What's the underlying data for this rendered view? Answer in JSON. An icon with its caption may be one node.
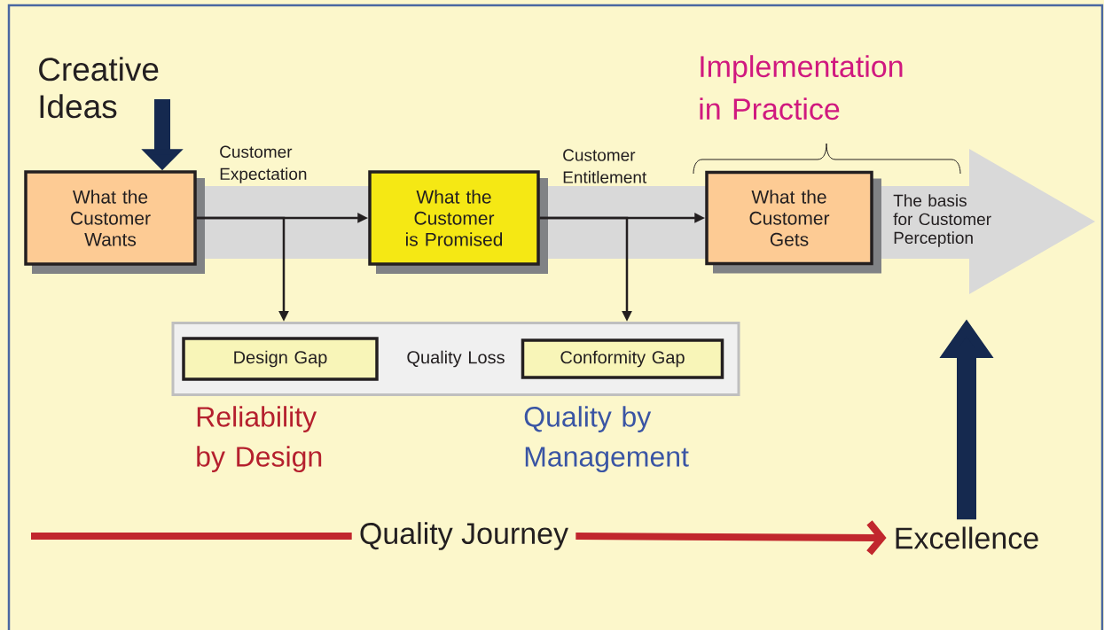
{
  "diagram": {
    "nodes": [
      {
        "text": [
          "Creative Ideas"
        ]
      },
      {
        "text": [
          "What the Customer Wants"
        ]
      },
      {
        "text": [
          "What the Customer is Promised"
        ]
      },
      {
        "text": [
          "What the Customer Gets"
        ]
      },
      {
        "text": [
          "The basis for Customer Perception"
        ]
      },
      {
        "text": [
          "Quality Loss"
        ]
      },
      {
        "text": [
          "Design Gap"
        ],
        "in": 5
      },
      {
        "text": [
          "Conformity Gap"
        ],
        "in": 5
      },
      {
        "text": [
          "Quality Journey"
        ]
      },
      {
        "text": [
          "Excellence"
        ]
      }
    ],
    "edges": [
      {
        "from": 0,
        "to": 1,
        "arrow": "to",
        "style": "thick",
        "color": "#15294f"
      },
      {
        "from": 1,
        "to": 2,
        "arrow": "to",
        "label": "Customer Expectation"
      },
      {
        "from": 1,
        "to": 5,
        "arrow": "to"
      },
      {
        "from": 2,
        "to": 3,
        "arrow": "to",
        "label": "Customer Entitlement"
      },
      {
        "from": 2,
        "to": 5,
        "arrow": "to"
      },
      {
        "from": null,
        "to": 8,
        "arrow": "none",
        "style": "thick",
        "color": "#c1272d"
      },
      {
        "from": 8,
        "to": 9,
        "arrow": "to",
        "style": "thick",
        "color": "#c1272d"
      },
      {
        "from": 9,
        "to": null,
        "arrow": "to",
        "style": "thick",
        "color": "#15294f"
      }
    ],
    "labels": [
      "Implementation in Practice",
      "Reliability by Design",
      "Quality by Management"
    ]
  }
}
